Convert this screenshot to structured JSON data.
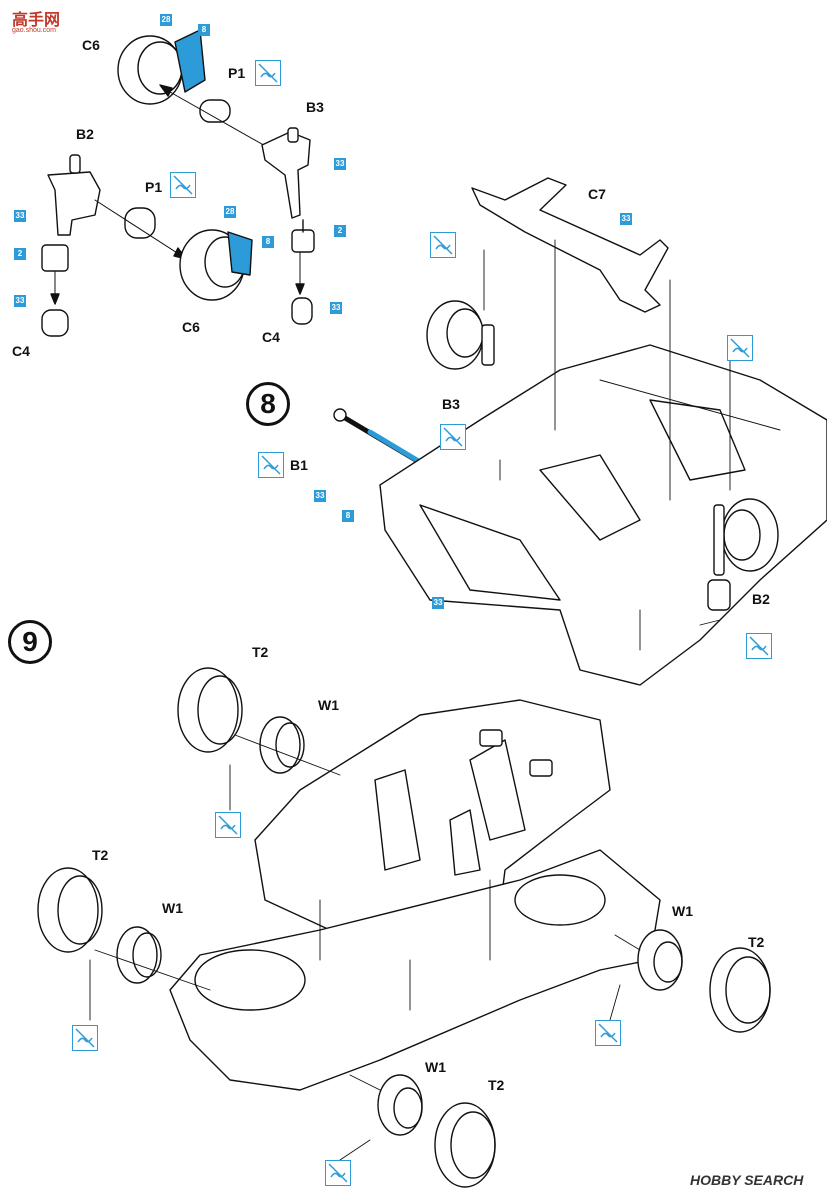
{
  "steps": {
    "step8": "8",
    "step9": "9"
  },
  "parts": {
    "c6_top": "C6",
    "p1_top": "P1",
    "b3_top": "B3",
    "b2_left": "B2",
    "p1_left": "P1",
    "c6_left": "C6",
    "c4_left": "C4",
    "c4_mid": "C4",
    "c7": "C7",
    "b3_step8": "B3",
    "b1": "B1",
    "b2_step8": "B2",
    "t2_tl": "T2",
    "w1_tl": "W1",
    "t2_ml": "T2",
    "w1_ml": "W1",
    "w1_r": "W1",
    "t2_r": "T2",
    "w1_b": "W1",
    "t2_b": "T2"
  },
  "paint_codes": {
    "c1": "28",
    "c2": "8",
    "c3": "33",
    "c4": "33",
    "c5": "2",
    "c6": "28",
    "c7": "8",
    "c8": "2",
    "c9": "33",
    "c10": "33",
    "c11": "33",
    "c12": "33",
    "c13": "8",
    "c14": "33"
  },
  "watermark": {
    "top_left_cn": "高手网",
    "top_left_url": "gao.shou.com",
    "bottom_right": "HOBBY SEARCH"
  },
  "colors": {
    "paint_blue": "#2d9bd8",
    "line": "#111111",
    "part_fill": "#ffffff"
  }
}
